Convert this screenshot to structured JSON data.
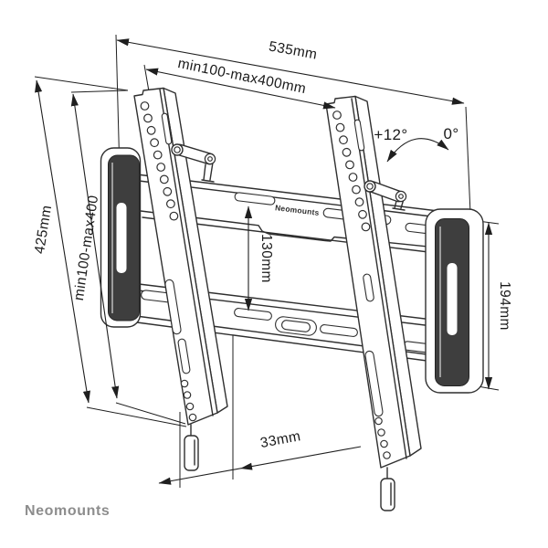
{
  "product": {
    "type": "tilting tv wall mount technical drawing",
    "brand_logo": "Neomounts",
    "plate_label": "Neomounts"
  },
  "dimensions": {
    "total_width": "535mm",
    "vesa_width": "min100-max400mm",
    "total_height": "425mm",
    "vesa_height": "min100-max400",
    "center_spacing": "130mm",
    "endcap_height": "194mm",
    "depth": "33mm"
  },
  "tilt": {
    "max_label": "+12°",
    "zero_label": "0°"
  },
  "colors": {
    "background": "#ffffff",
    "line": "#2f2f2f",
    "dimension_line": "#1f1f1f",
    "rubber_pad": "#3e3e3e",
    "logo_gray": "#8d8d8d"
  }
}
